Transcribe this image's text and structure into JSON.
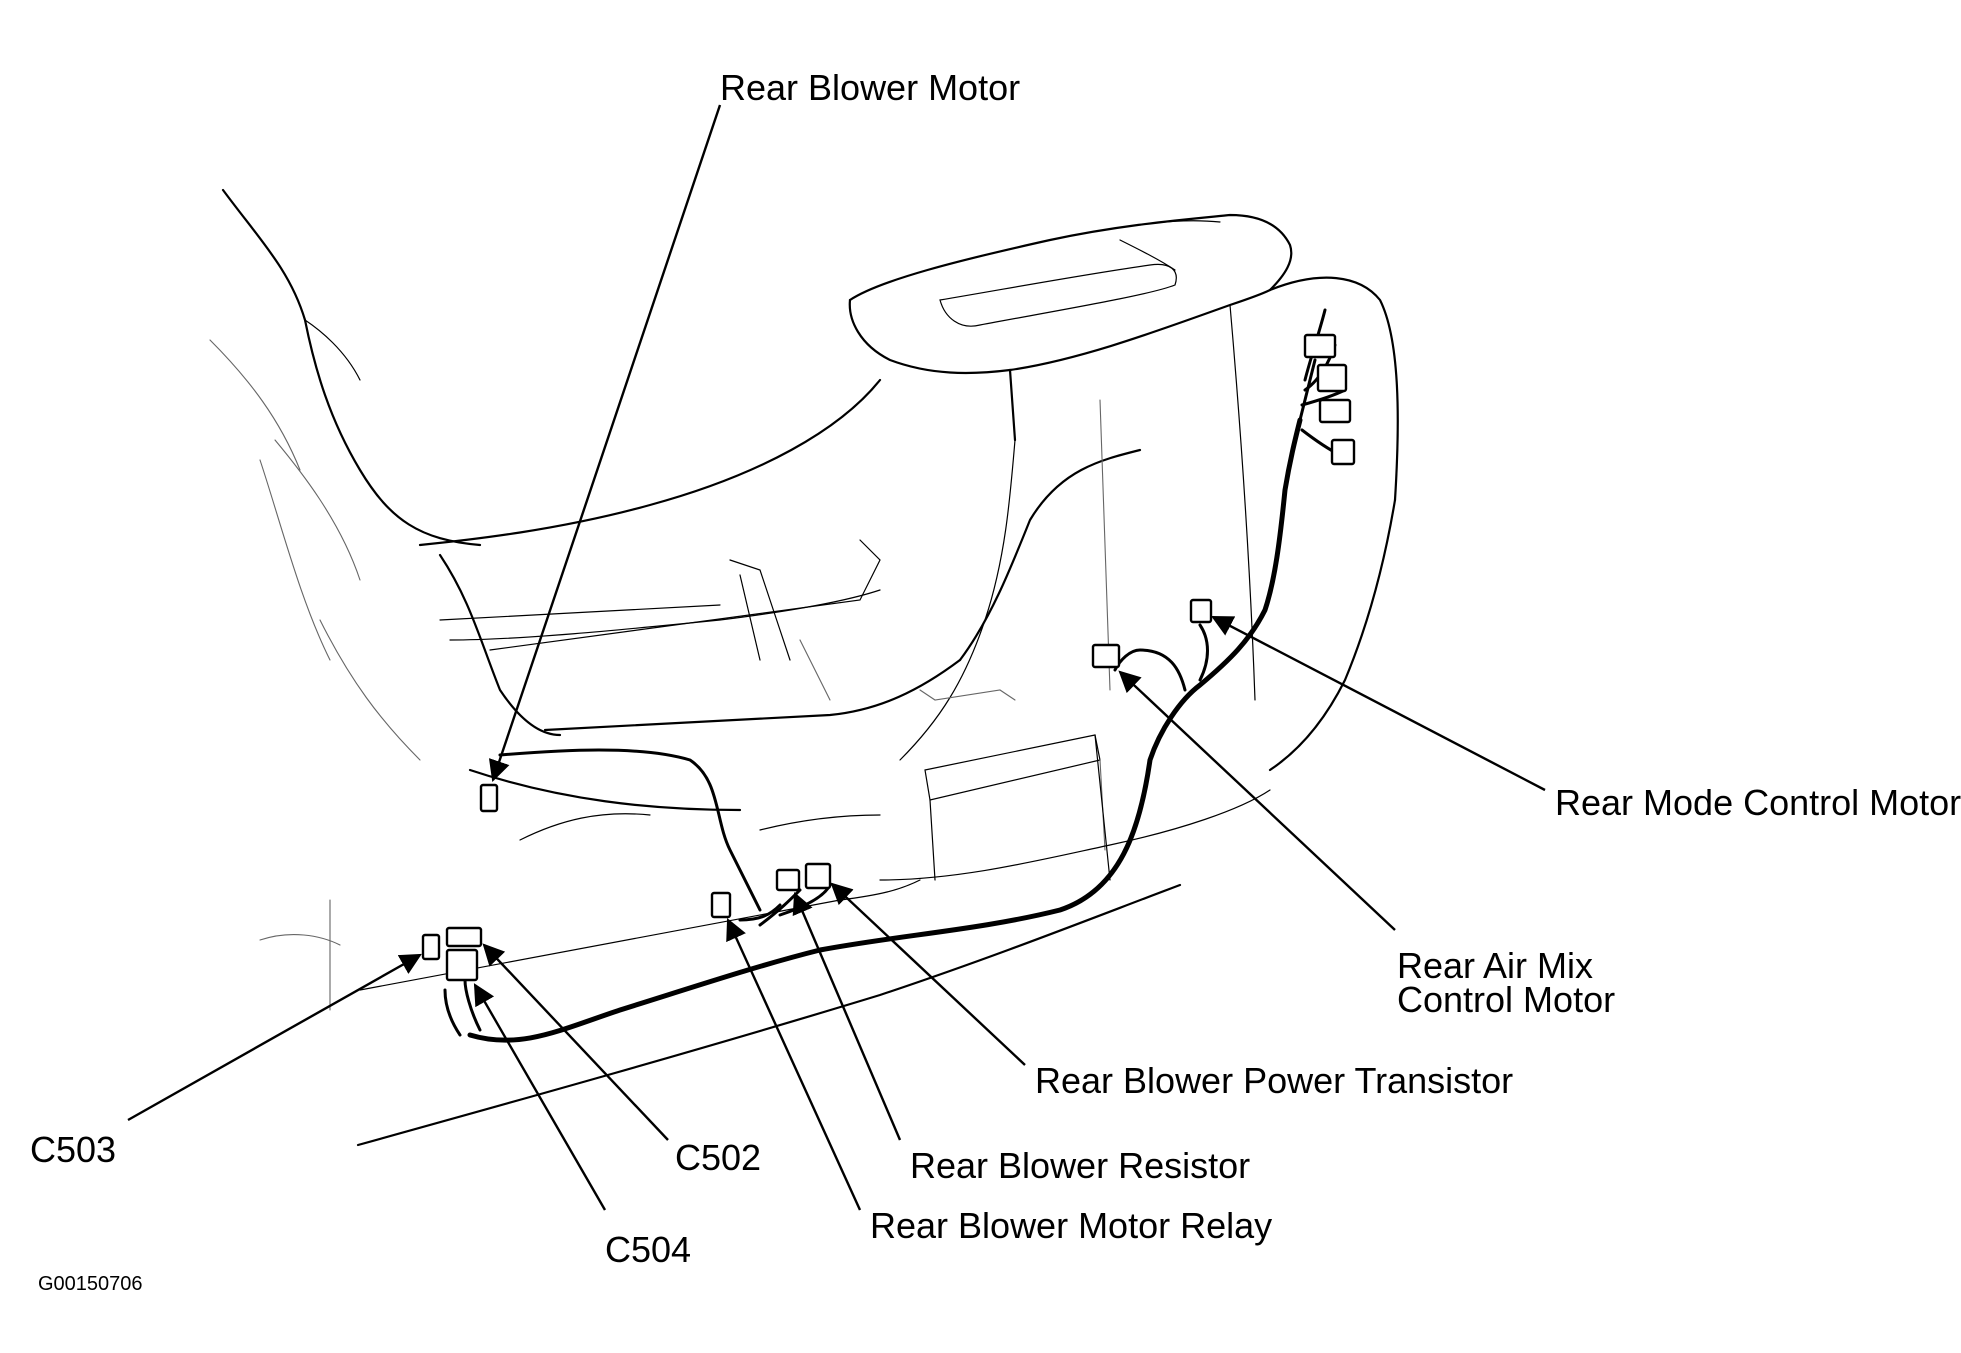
{
  "labels": {
    "rear_blower_motor": "Rear Blower Motor",
    "rear_mode_control_motor": "Rear Mode Control Motor",
    "rear_air_mix_line1": "Rear Air Mix",
    "rear_air_mix_line2": "Control Motor",
    "rear_blower_power_transistor": "Rear Blower Power Transistor",
    "rear_blower_resistor": "Rear Blower Resistor",
    "rear_blower_motor_relay": "Rear Blower Motor Relay",
    "c502": "C502",
    "c503": "C503",
    "c504": "C504"
  },
  "figure_id": "G00150706"
}
